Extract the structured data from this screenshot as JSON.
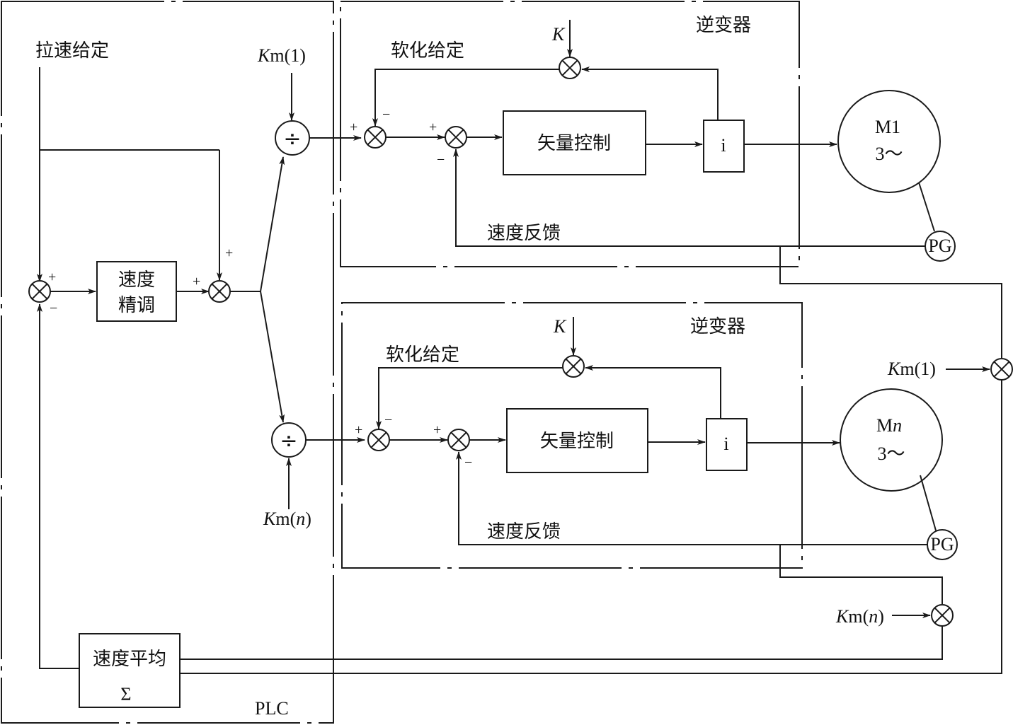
{
  "labels": {
    "speed_setpoint": "拉速给定",
    "fine_tune_1": "速度",
    "fine_tune_2": "精调",
    "speed_average": "速度平均",
    "sigma": "Σ",
    "plc": "PLC",
    "inverter": "逆变器",
    "soft_setpoint": "软化给定",
    "vector_control": "矢量控制",
    "current_block": "i",
    "speed_feedback": "速度反馈",
    "k": "K",
    "divide": "÷",
    "pg": "PG",
    "motor1": "M1",
    "motorn_m": "M",
    "motorn_n": "n",
    "three_phase": "3～",
    "km_k": "K",
    "km_m": "m(",
    "km_close": ")",
    "km_1_idx": "1",
    "km_n_idx": "n",
    "plus": "+",
    "minus": "−"
  },
  "colors": {
    "line": "#1a1a1a",
    "background": "#ffffff"
  }
}
